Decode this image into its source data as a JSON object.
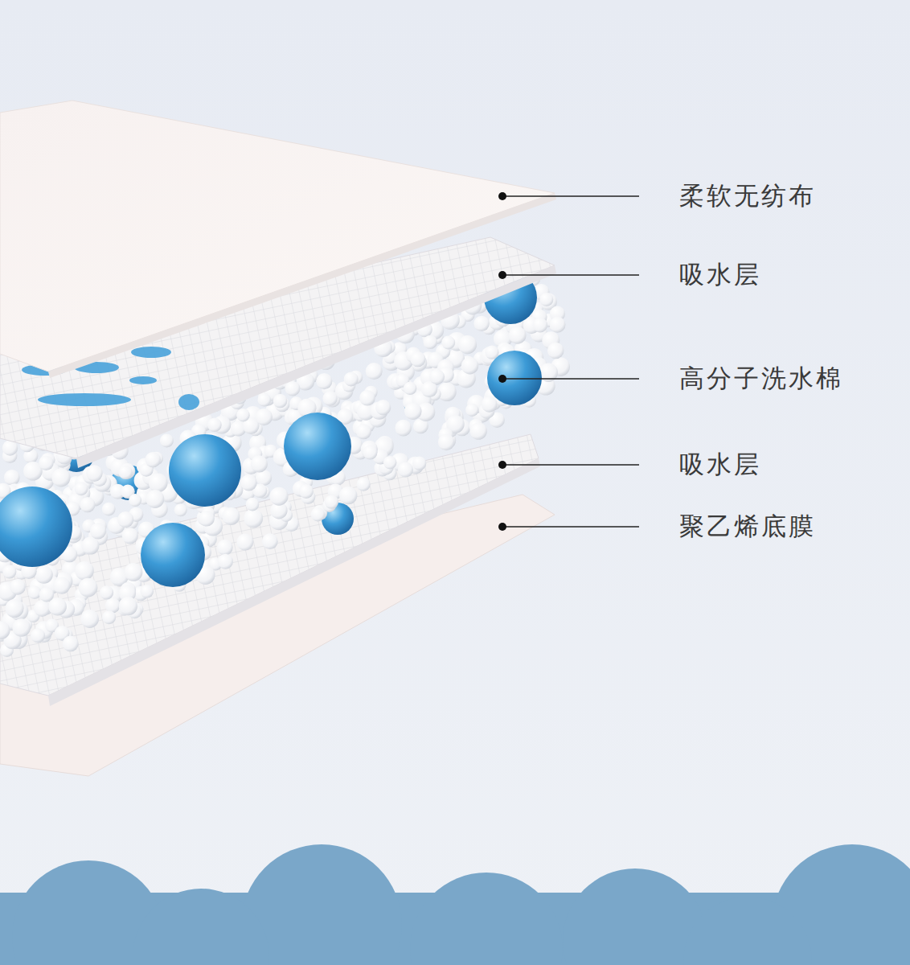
{
  "diagram": {
    "labels": [
      "柔软无纺布",
      "吸水层",
      "高分子洗水棉",
      "吸水层",
      "聚乙烯底膜"
    ]
  }
}
